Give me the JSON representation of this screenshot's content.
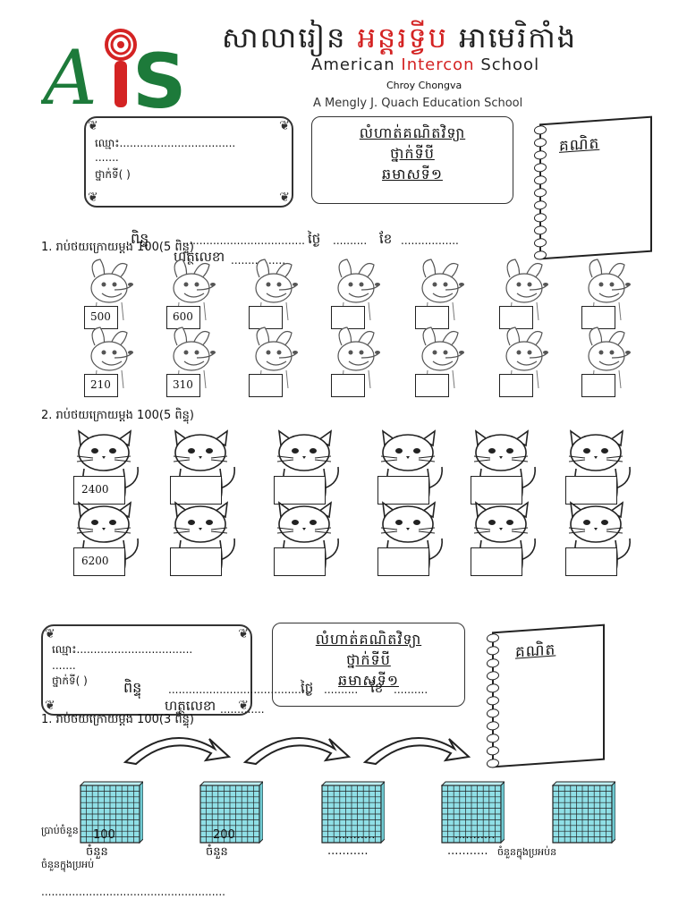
{
  "header": {
    "logo_letters": "AiS",
    "school_khmer_part1": "សាលារៀន",
    "school_khmer_part2": "អន្តរទ្វីប",
    "school_khmer_part3": "អាមេរិកាំង",
    "school_en_part1": "American",
    "school_en_part2": "Intercon",
    "school_en_part3": "School",
    "campus": "Chroy Chongva",
    "motto": "A Mengly J. Quach Education School"
  },
  "sheet1": {
    "name_line": "ឈ្មោះ..................................",
    "name_line2": ".......",
    "grade_line": "ថ្នាក់ទី(      )",
    "title_line1": "លំហាត់គណិតវិទ្យា",
    "title_line2": "ថ្នាក់ទីបី",
    "title_line3": "ឆមាសទី១",
    "book_label": "គណិត",
    "score_label": "ពិន្ទុ",
    "score_dots": "......................................",
    "day_label": "ថ្ងៃ",
    "day_dots": "..........",
    "month_label": "ខែ",
    "month_dots": ".................",
    "teacher_label": "ហត្ថលេខា",
    "teacher_dots": "................",
    "q1": "1. រាប់ថយក្រោយម្តង 100(5 ពិន្ទុ)",
    "q2": "2. រាប់ថយក្រោយម្តង 100(5 ពិន្ទុ)",
    "q2_num": "00",
    "dog_row1": [
      "500",
      "600",
      "",
      "",
      "",
      "",
      ""
    ],
    "dog_row2": [
      "210",
      "310",
      "",
      "",
      "",
      "",
      ""
    ],
    "cat_row1": [
      "2400",
      "",
      "",
      "",
      "",
      ""
    ],
    "cat_row2": [
      "6200",
      "",
      "",
      "",
      "",
      ""
    ]
  },
  "sheet2": {
    "name_line": "ឈ្មោះ..................................",
    "name_line2": ".......",
    "grade_line": "ថ្នាក់ទី(      )",
    "title_line1": "លំហាត់គណិតវិទ្យា",
    "title_line2": "ថ្នាក់ទីបី",
    "title_line3": "ឆមាសទី១",
    "book_label": "គណិត",
    "score_label": "ពិន្ទុ",
    "score_dots": "..........................................",
    "day_label": "ថ្ងៃ",
    "day_dots": "..........",
    "month_label": "ខែ",
    "month_dots": "..........",
    "teacher_label": "ហត្ថលេខា",
    "teacher_dots": ".............",
    "q1": "1. រាប់ថយក្រោយម្តង 100(3 ពិន្ទុ)",
    "block_labels": [
      "100",
      "200",
      "...........",
      "..........."
    ],
    "block_sub_labels": [
      "ចំនួន",
      "ចំនួន",
      "...........",
      "..........."
    ],
    "left_note1": "ប្រាប់ចំនួន",
    "left_note2": "ចំនួនក្នុងប្រអប់",
    "right_note": "ចំនួនក្នុងប្រអប់ន",
    "bottom_dots": "......................................................"
  }
}
